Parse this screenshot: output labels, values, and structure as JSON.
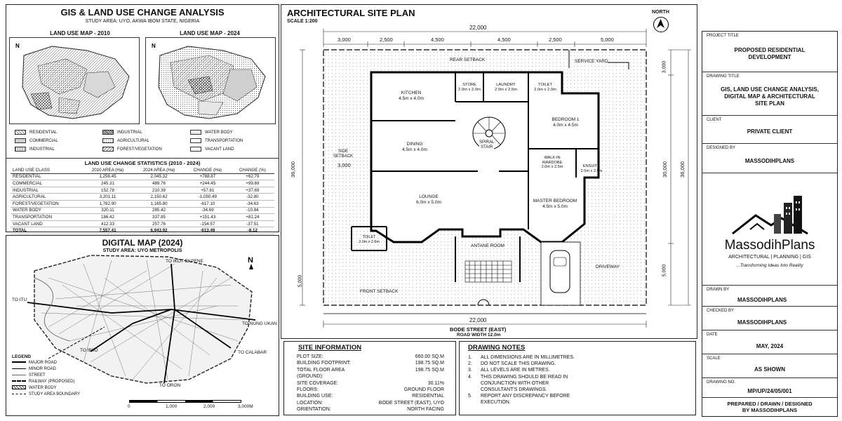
{
  "gis": {
    "title": "GIS & LAND USE CHANGE ANALYSIS",
    "study_area": "STUDY AREA: UYO, AKWA IBOM STATE, NIGERIA",
    "map_2010": "LAND USE MAP - 2010",
    "map_2024": "LAND USE MAP - 2024",
    "legend": [
      "RESIDENTIAL",
      "INDUSTRIAL",
      "WATER BODY",
      "COMMERCIAL",
      "AGRICULTURAL",
      "TRANSPORTATION",
      "INDUSTRIAL",
      "FOREST/VEGETATION",
      "VACANT LAND"
    ],
    "stats_title": "LAND USE CHANGE STATISTICS (2010 - 2024)",
    "headers": [
      "LAND USE CLASS",
      "2010 AREA (Ha)",
      "2024 AREA (Ha)",
      "CHANGE (Ha)",
      "CHANGE (%)"
    ],
    "rows": [
      [
        "RESIDENTIAL",
        "1,256.45",
        "2,045.32",
        "+788.87",
        "+62.79"
      ],
      [
        "COMMERCIAL",
        "245.31",
        "489.76",
        "+244.45",
        "+99.69"
      ],
      [
        "INDUSTRIAL",
        "152.78",
        "210.39",
        "+57.61",
        "+37.69"
      ],
      [
        "AGRICULTURAL",
        "3,201.11",
        "2,150.62",
        "-1,050.49",
        "-32.80"
      ],
      [
        "FOREST/VEGETATION",
        "1,782.90",
        "1,165.80",
        "-617.10",
        "-34.63"
      ],
      [
        "WATER BODY",
        "320.11",
        "285.42",
        "-34.69",
        "-10.84"
      ],
      [
        "TRANSPORTATION",
        "186.42",
        "337.85",
        "+151.43",
        "+81.24"
      ],
      [
        "VACANT LAND",
        "412.33",
        "257.76",
        "-154.57",
        "-37.51"
      ]
    ],
    "total": [
      "TOTAL",
      "7,557.41",
      "6,943.92",
      "-613.49",
      "-8.12"
    ]
  },
  "digital_map": {
    "title": "DIGITAL MAP (2024)",
    "study_area": "STUDY AREA: UYO METROPOLIS",
    "directions": {
      "ikot_ekpene": "TO IKOT EKPENE",
      "itu": "TO ITU",
      "nung_ukan": "TO NUNG UKAN",
      "ibiono": "TO IBIIO",
      "calabar": "TO CALABAR",
      "oron": "TO ORON"
    },
    "legend_title": "LEGEND",
    "legend": [
      "MAJOR ROAD",
      "MINOR ROAD",
      "STREET",
      "RAILWAY (PROPOSED)",
      "WATER BODY",
      "STUDY AREA BOUNDARY"
    ],
    "scale": [
      "0",
      "1,000",
      "2,000",
      "3,000M"
    ]
  },
  "site_plan": {
    "title": "ARCHITECTURAL SITE PLAN",
    "scale": "SCALE 1:200",
    "north": "NORTH",
    "dim_total": "22,000",
    "dim_top": [
      "3,000",
      "2,500",
      "4,500",
      "4,500",
      "2,500",
      "5,000"
    ],
    "dim_left": "36,000",
    "dim_right_inner": "30,000",
    "dim_right_outer": "36,000",
    "dim_right_top": "3,000",
    "dim_right_bottom": "5,000",
    "dim_left_bottom": "5,000",
    "side_setback": "SIDE\nSETBACK",
    "side_setback_val": "3,000",
    "rear_setback": "REAR SETBACK",
    "service_yard": "SERVICE YARD",
    "front_setback": "FRONT SETBACK",
    "driveway": "DRIVEWAY",
    "spiral_stair": "SPIRAL\nSTAIR",
    "street": "BODE STREET (EAST)",
    "road_width": "ROAD WIDTH 12.0m",
    "rooms": {
      "kitchen": [
        "KITCHEN",
        "4.5m x 4.0m"
      ],
      "store": [
        "STORE",
        "2.0m x 2.0m"
      ],
      "laundry": [
        "LAUNDRY",
        "2.0m x 2.5m"
      ],
      "toilet1": [
        "TOILET",
        "2.0m x 2.0m"
      ],
      "bedroom1": [
        "BEDROOM 1",
        "4.0m x 4.5m"
      ],
      "dining": [
        "DINING",
        "4.5m x 4.0m"
      ],
      "walkin": [
        "WALK-IN\nWARDOBE",
        "2.0m x 2.5m"
      ],
      "ensuite": [
        "ENSUITE",
        "2.0m x 2.5m"
      ],
      "lounge": [
        "LOUNGE",
        "6.0m x 5.0m"
      ],
      "master": [
        "MASTER BEDROOM",
        "4.5m x 5.0m"
      ],
      "toilet2": [
        "TOILET",
        "2.0m x 2.6m"
      ],
      "antane": [
        "ANTANE ROOM",
        ""
      ]
    }
  },
  "site_info": {
    "title": "SITE INFORMATION",
    "rows": [
      [
        "PLOT SIZE:",
        "660.00 SQ.M"
      ],
      [
        "BUILDING FOOTPRINT:",
        "198.75 SQ.M"
      ],
      [
        "TOTAL FLOOR AREA (GROUND):",
        "198.75 SQ.M"
      ],
      [
        "SITE COVERAGE:",
        "30.11%"
      ],
      [
        "FLOORS:",
        "GROUND FLOOR"
      ],
      [
        "BUILDING USE:",
        "RESIDENTIAL"
      ],
      [
        "LOCATION:",
        "BODE STREET (EAST), UYO"
      ],
      [
        "ORIENTATION:",
        "NORTH FACING"
      ]
    ]
  },
  "notes": {
    "title": "DRAWING NOTES",
    "items": [
      [
        "1.",
        "ALL DIMENSIONS ARE IN MILLIMETRES."
      ],
      [
        "2.",
        "DO NOT SCALE THIS DRAWING."
      ],
      [
        "3.",
        "ALL LEVELS ARE IN METRES."
      ],
      [
        "4.",
        "THIS DRAWING SHOULD BE READ IN"
      ],
      [
        "",
        "CONJUNCTION WITH OTHER"
      ],
      [
        "",
        "CONSULTANT'S DRAWINGS."
      ],
      [
        "5.",
        "REPORT ANY DISCREPANCY BEFORE"
      ],
      [
        "",
        "EXECUTION."
      ]
    ]
  },
  "title_block": {
    "project_label": "PROJECT TITLE",
    "project": "PROPOSED RESIDENTIAL\nDEVELOPMENT",
    "drawing_label": "DRAWING TITLE",
    "drawing": "GIS, LAND USE CHANGE ANALYSIS,\nDIGITAL MAP & ARCHITECTURAL\nSITE PLAN",
    "client_label": "CLIENT",
    "client": "PRIVATE CLIENT",
    "designed_label": "DESIGNED BY",
    "designed": "MASSODIHPLANS",
    "brand": "MassodihPlans",
    "brand_sub": "ARCHITECTURAL | PLANNING | GIS",
    "tagline": "...Transforming Ideas Into Reality",
    "drawn_label": "DRAWN BY",
    "drawn": "MASSODIHPLANS",
    "checked_label": "CHECKED BY",
    "checked": "MASSODIHPLANS",
    "date_label": "DATE",
    "date": "MAY, 2024",
    "scale_label": "SCALE",
    "scale": "AS SHOWN",
    "dwg_label": "DRAWING NO.",
    "dwg": "MP/UP/24/05/001",
    "prepared": "PREPARED / DRAWN / DESIGNED\nBY MASSODIHPLANS"
  },
  "colors": {
    "line": "#111111",
    "hatch": "#9a9a9a",
    "paper": "#ffffff"
  }
}
